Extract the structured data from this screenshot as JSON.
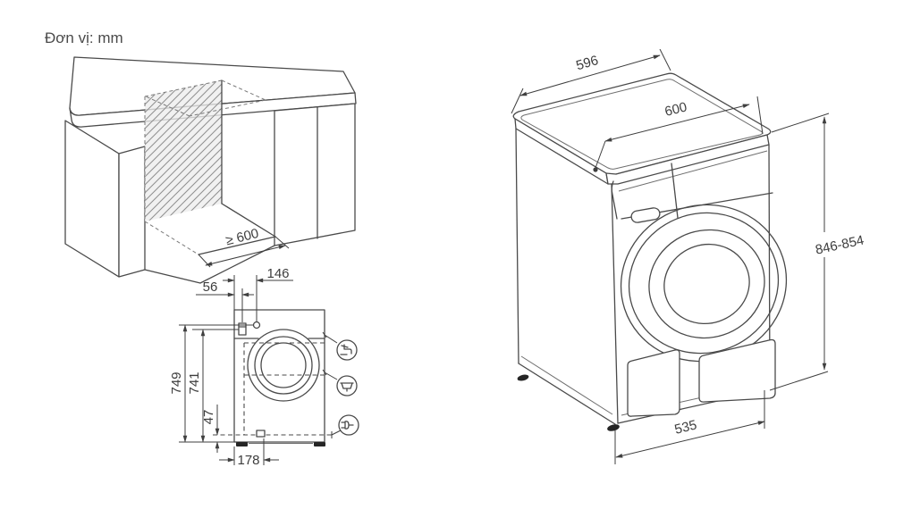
{
  "page": {
    "unit_label": "Đơn vị: mm",
    "line_color": "#4a4a4a",
    "hatch_color": "#8f8f8f",
    "hatch_fill": "#ededed"
  },
  "niche_view": {
    "min_width": "≥ 600"
  },
  "front_view": {
    "dims": {
      "inlet_offset": "146",
      "valve_offset": "56",
      "inlet_height": "749",
      "box_height": "741",
      "drain_height": "47",
      "drain_offset": "178"
    },
    "icons": {
      "water": "water-tap-icon",
      "drain": "drain-icon",
      "power": "power-plug-icon"
    }
  },
  "iso_view": {
    "dims": {
      "width": "596",
      "top_depth": "600",
      "height_range": "846-854",
      "base_depth": "535"
    }
  }
}
